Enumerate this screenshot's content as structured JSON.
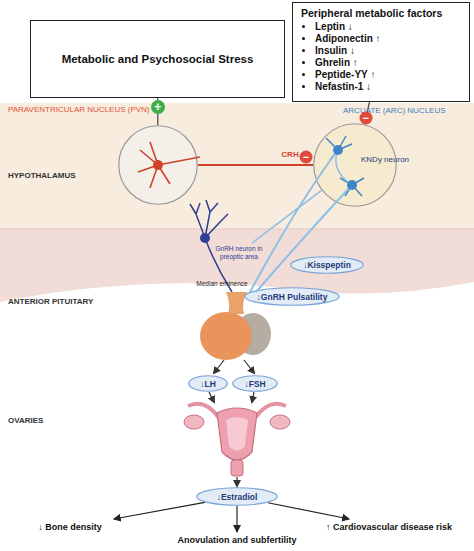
{
  "diagram": {
    "nodes": [
      {
        "text": [
          "Metabolic and Psychosocial Stress"
        ]
      },
      {
        "text": [
          "Peripheral metabolic factors",
          "Leptin ↓",
          "Adiponectin ↑",
          "Insulin ↓",
          "Ghrelin ↑",
          "Peptide-YY ↑",
          "Nefastin-1 ↓"
        ]
      },
      {
        "text": [
          "PARAVENTRICULAR NUCLEUS (PVN)"
        ]
      },
      {
        "text": [
          "ARCUATE (ARC) NUCLEUS",
          "KNDy neuron"
        ]
      },
      {
        "text": [
          "GnRH neuron in preoptic area"
        ]
      },
      {
        "text": [
          "↓Kisspeptin"
        ]
      },
      {
        "text": [
          "↓GnRH Pulsatility"
        ]
      },
      {
        "text": [
          "↓LH"
        ]
      },
      {
        "text": [
          "↓FSH"
        ]
      },
      {
        "text": [
          "↓Estradiol"
        ]
      },
      {
        "text": [
          "↓ Bone density"
        ]
      },
      {
        "text": [
          "Anovulation and subfertility"
        ]
      },
      {
        "text": [
          "↑ Cardiovascular disease risk"
        ]
      }
    ],
    "edges": [
      {
        "from": 0,
        "to": 2,
        "arrow": "none",
        "label": "+"
      },
      {
        "from": 1,
        "to": 3,
        "arrow": "none",
        "label": "−"
      },
      {
        "from": 2,
        "to": 3,
        "arrow": "none",
        "label": "CRH"
      },
      {
        "from": 3,
        "to": 4,
        "arrow": "none"
      },
      {
        "from": 9,
        "to": 10,
        "arrow": "to"
      },
      {
        "from": 9,
        "to": 11,
        "arrow": "to"
      },
      {
        "from": 9,
        "to": 12,
        "arrow": "to"
      }
    ],
    "labels": [
      "HYPOTHALAMUS",
      "−",
      "Median eminence",
      "ANTERIOR PITUITARY",
      "OVARIES"
    ]
  }
}
